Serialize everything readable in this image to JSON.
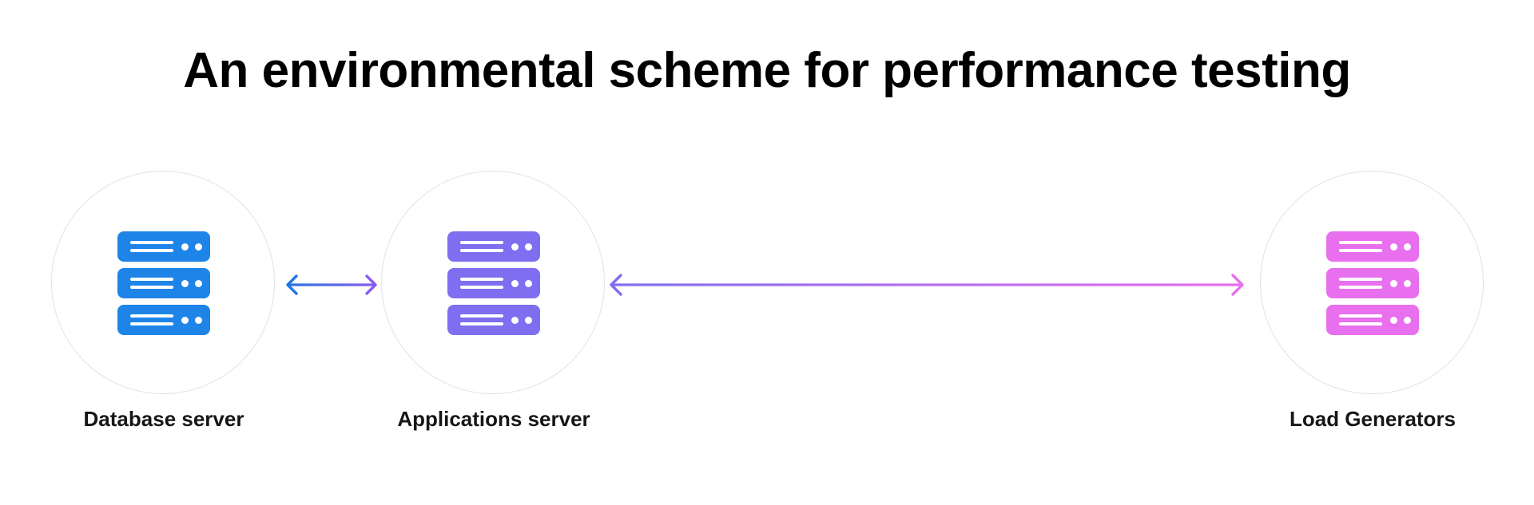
{
  "page": {
    "background_color": "#ffffff",
    "title": "An environmental scheme for performance testing",
    "title_color": "#000000"
  },
  "palette": {
    "database_blue": "#1F84E8",
    "application_purple": "#7F6EF0",
    "load_magenta": "#E86FEE",
    "circle_stroke": "#e2e2e2",
    "label_color": "#161616"
  },
  "nodes": [
    {
      "id": "database-server",
      "label": "Database server",
      "icon": "server-rack-icon",
      "color": "#1F84E8",
      "rack_units": 3
    },
    {
      "id": "applications-server",
      "label": "Applications server",
      "icon": "server-rack-icon",
      "color": "#7F6EF0",
      "rack_units": 3
    },
    {
      "id": "load-generators",
      "label": "Load Generators",
      "icon": "server-rack-icon",
      "color": "#E86FEE",
      "rack_units": 3
    }
  ],
  "connections": [
    {
      "id": "database-to-applications",
      "from": "database-server",
      "to": "applications-server",
      "direction": "bidirectional",
      "gradient_from": "#2176E8",
      "gradient_to": "#8A5CF0"
    },
    {
      "id": "applications-to-load",
      "from": "applications-server",
      "to": "load-generators",
      "direction": "bidirectional",
      "gradient_from": "#7F6EF0",
      "gradient_to": "#E86FEE"
    }
  ]
}
